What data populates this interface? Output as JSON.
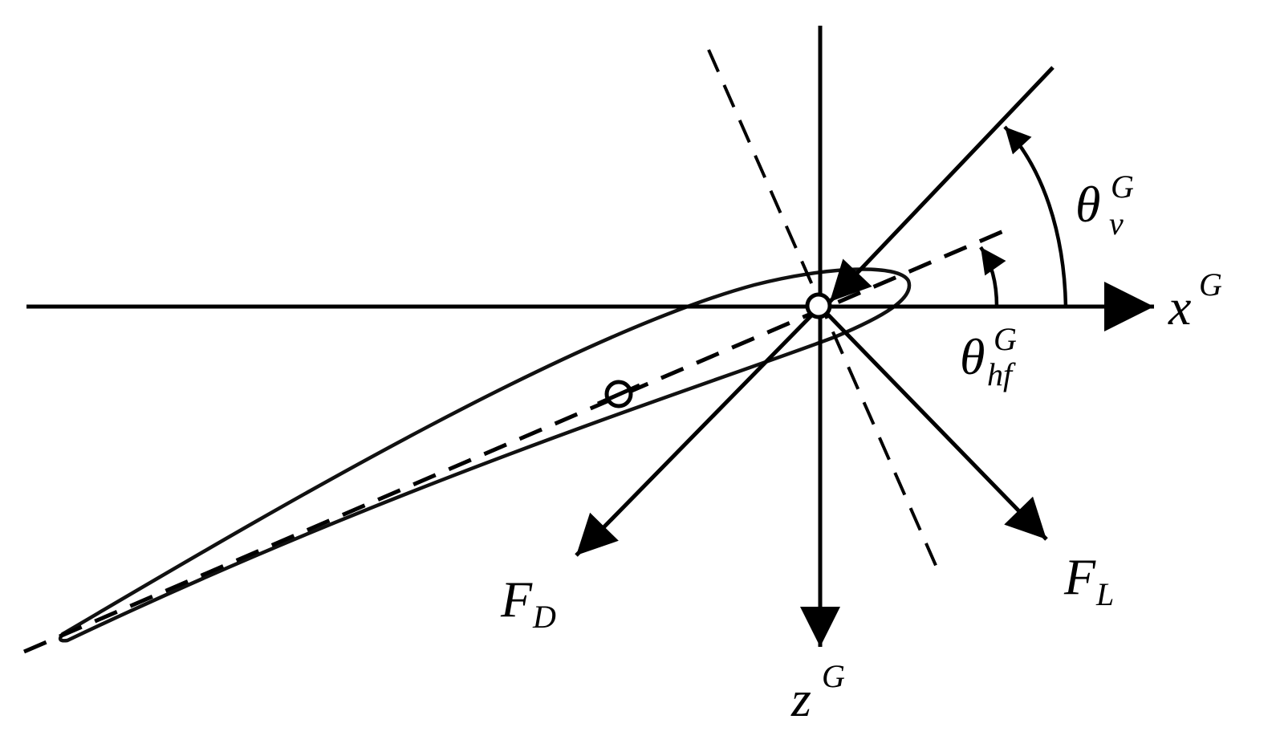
{
  "colors": {
    "background": "#ffffff",
    "ink": "#000000"
  },
  "labels": {
    "x_axis": {
      "main": "x",
      "sup": "G"
    },
    "z_axis": {
      "main": "z",
      "sup": "G"
    },
    "theta_v": {
      "main": "θ",
      "sup": "G",
      "sub": "ν"
    },
    "theta_hf": {
      "main": "θ",
      "sup": "G",
      "sub": "hf"
    },
    "drag": {
      "main": "F",
      "sub": "D"
    },
    "lift": {
      "main": "F",
      "sub": "L"
    }
  }
}
